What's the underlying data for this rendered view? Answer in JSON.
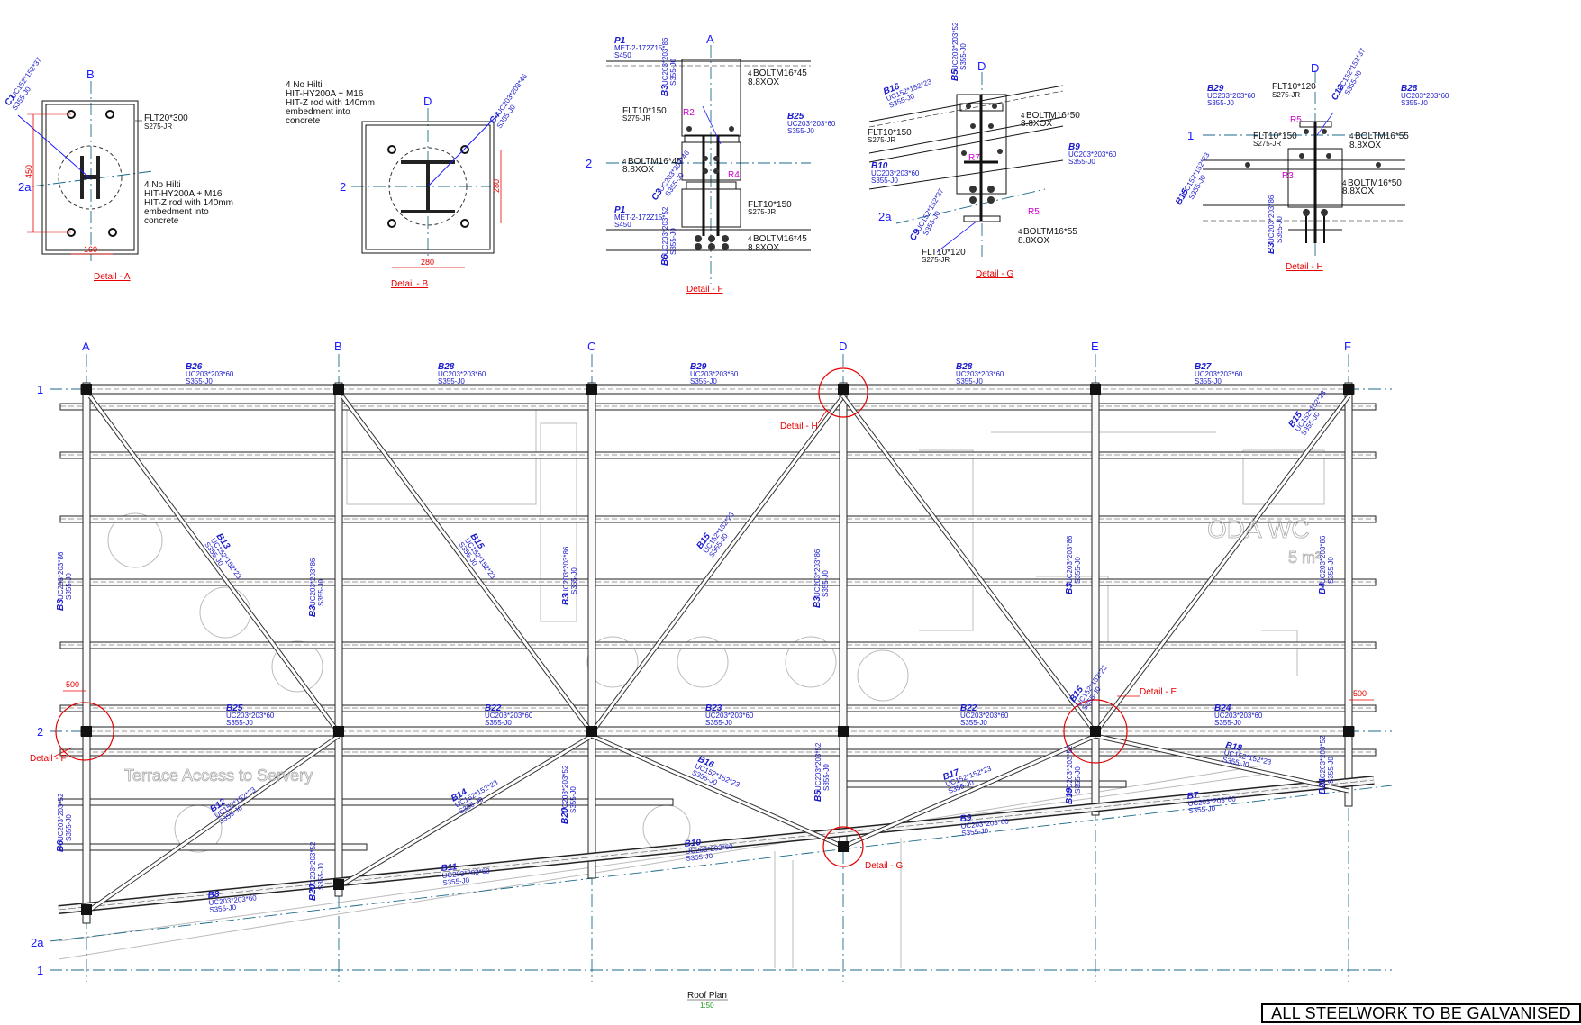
{
  "grid": {
    "columns": [
      "A",
      "B",
      "C",
      "D",
      "E",
      "F"
    ],
    "rows": [
      "1",
      "2",
      "2a",
      "1"
    ]
  },
  "details": {
    "a": {
      "title": "Detail - A",
      "grid_col": "B",
      "grid_row": "2a",
      "plate": "FLT20*300",
      "plate_grade": "S275-JR",
      "note": [
        "4 No Hilti",
        "HIT-HY200A + M16",
        "HIT-Z rod with 140mm",
        "embedment into",
        "concrete"
      ],
      "brace_id": "C1",
      "brace_size": "UC152*152*37",
      "brace_grade": "S355-J0",
      "dim_h": "450",
      "dim_w": "160"
    },
    "b": {
      "title": "Detail - B",
      "grid_col": "D",
      "grid_row": "2",
      "note": [
        "4 No Hilti",
        "HIT-HY200A + M16",
        "HIT-Z rod with 140mm",
        "embedment into",
        "concrete"
      ],
      "brace_id": "C4",
      "brace_size": "UC203*203*46",
      "brace_grade": "S355-J0",
      "dim_h": "280",
      "dim_w": "280"
    },
    "f": {
      "title": "Detail - F",
      "grid_col": "A",
      "grid_row": "2",
      "p1_top": {
        "id": "P1",
        "size": "MET-2-172Z15",
        "grade": "S450"
      },
      "p1_bot": {
        "id": "P1",
        "size": "MET-2-172Z15",
        "grade": "S450"
      },
      "b3": {
        "id": "B3",
        "size": "UC203*203*86",
        "grade": "S355-J0"
      },
      "b25": {
        "id": "B25",
        "size": "UC203*203*60",
        "grade": "S355-J0"
      },
      "c3": {
        "id": "C3",
        "size": "UC203*203*46",
        "grade": "S355-J0"
      },
      "b6": {
        "id": "B6",
        "size": "UC203*203*52",
        "grade": "S355-J0"
      },
      "flt_a": {
        "name": "FLT10*150",
        "grade": "S275-JR"
      },
      "flt_b": {
        "name": "FLT10*150",
        "grade": "S275-JR"
      },
      "bolt_a": {
        "qty": "4",
        "name": "BOLTM16*45",
        "grade": "8.8XOX"
      },
      "bolt_b": {
        "qty": "4",
        "name": "BOLTM16*45",
        "grade": "8.8XOX"
      },
      "bolt_c": {
        "qty": "4",
        "name": "BOLTM16*45",
        "grade": "8.8XOX"
      },
      "r2": "R2",
      "r4": "R4"
    },
    "g": {
      "title": "Detail - G",
      "grid_col": "D",
      "grid_row": "2a",
      "b5": {
        "id": "B5",
        "size": "UC203*203*52",
        "grade": "S355-J0"
      },
      "b16": {
        "id": "B16",
        "size": "UC152*152*23",
        "grade": "S355-J0"
      },
      "b10": {
        "id": "B10",
        "size": "UC203*203*60",
        "grade": "S355-J0"
      },
      "b9": {
        "id": "B9",
        "size": "UC203*203*60",
        "grade": "S355-J0"
      },
      "c9": {
        "id": "C9",
        "size": "UC152*152*37",
        "grade": "S355-J0"
      },
      "flt_a": {
        "name": "FLT10*150",
        "grade": "S275-JR"
      },
      "flt_b": {
        "name": "FLT10*120",
        "grade": "S275-JR"
      },
      "bolt_a": {
        "qty": "4",
        "name": "BOLTM16*50",
        "grade": "8.8XOX"
      },
      "bolt_b": {
        "qty": "4",
        "name": "BOLTM16*55",
        "grade": "8.8XOX"
      },
      "r5": "R5",
      "r7": "R7"
    },
    "h": {
      "title": "Detail - H",
      "grid_col": "D",
      "grid_row": "1",
      "b29": {
        "id": "B29",
        "size": "UC203*203*60",
        "grade": "S355-J0"
      },
      "b28": {
        "id": "B28",
        "size": "UC203*203*60",
        "grade": "S355-J0"
      },
      "c12": {
        "id": "C12",
        "size": "UC152*152*37",
        "grade": "S355-J0"
      },
      "b15": {
        "id": "B15",
        "size": "UC152*152*23",
        "grade": "S355-J0"
      },
      "b3": {
        "id": "B3",
        "size": "UC203*203*86",
        "grade": "S355-J0"
      },
      "flt_a": {
        "name": "FLT10*120",
        "grade": "S275-JR"
      },
      "flt_b": {
        "name": "FLT10*150",
        "grade": "S275-JR"
      },
      "bolt_a": {
        "qty": "4",
        "name": "BOLTM16*55",
        "grade": "8.8XOX"
      },
      "bolt_b": {
        "qty": "4",
        "name": "BOLTM16*50",
        "grade": "8.8XOX"
      },
      "r5": "R5",
      "r3": "R3"
    }
  },
  "plan": {
    "title": "Roof Plan",
    "scale": "1:50",
    "terrace_text": "Terrace Access to Servery",
    "room_text": "ODA WC",
    "room_area": "5 m²",
    "dim_left": "500",
    "dim_right": "500",
    "detail_labels": {
      "h": "Detail - H",
      "e": "Detail - E",
      "f": "Detail - F",
      "g": "Detail - G"
    },
    "members": [
      {
        "id": "B26",
        "size": "UC203*203*60",
        "grade": "S355-J0"
      },
      {
        "id": "B28",
        "size": "UC203*203*60",
        "grade": "S355-J0"
      },
      {
        "id": "B29",
        "size": "UC203*203*60",
        "grade": "S355-J0"
      },
      {
        "id": "B28",
        "size": "UC203*203*60",
        "grade": "S355-J0"
      },
      {
        "id": "B27",
        "size": "UC203*203*60",
        "grade": "S355-J0"
      },
      {
        "id": "B25",
        "size": "UC203*203*60",
        "grade": "S355-J0"
      },
      {
        "id": "B22",
        "size": "UC203*203*60",
        "grade": "S355-J0"
      },
      {
        "id": "B23",
        "size": "UC203*203*60",
        "grade": "S355-J0"
      },
      {
        "id": "B22",
        "size": "UC203*203*60",
        "grade": "S355-J0"
      },
      {
        "id": "B24",
        "size": "UC203*203*60",
        "grade": "S355-J0"
      },
      {
        "id": "B13",
        "size": "UC152*152*23",
        "grade": "S355-J0"
      },
      {
        "id": "B15",
        "size": "UC152*152*23",
        "grade": "S355-J0"
      },
      {
        "id": "B15",
        "size": "UC152*152*23",
        "grade": "S355-J0"
      },
      {
        "id": "B15",
        "size": "UC152*152*23",
        "grade": "S355-J0"
      },
      {
        "id": "B15",
        "size": "UC152*152*23",
        "grade": "S355-J0"
      },
      {
        "id": "B16",
        "size": "UC152*152*23",
        "grade": "S355-J0"
      },
      {
        "id": "B17",
        "size": "UC152*152*23",
        "grade": "S355-J0"
      },
      {
        "id": "B18",
        "size": "UC152*152*23",
        "grade": "S355-J0"
      },
      {
        "id": "B12",
        "size": "UC152*152*23",
        "grade": "S355-J0"
      },
      {
        "id": "B14",
        "size": "UC152*152*23",
        "grade": "S355-J0"
      },
      {
        "id": "B11",
        "size": "UC203*203*60",
        "grade": "S355-J0"
      },
      {
        "id": "B10",
        "size": "UC203*203*60",
        "grade": "S355-J0"
      },
      {
        "id": "B9",
        "size": "UC203*203*60",
        "grade": "S355-J0"
      },
      {
        "id": "B8",
        "size": "UC203*203*60",
        "grade": "S355-J0"
      },
      {
        "id": "B7",
        "size": "UC203*203*60",
        "grade": "S355-J0"
      },
      {
        "id": "B3",
        "size": "UC203*203*86",
        "grade": "S355-J0"
      },
      {
        "id": "B3",
        "size": "UC203*203*86",
        "grade": "S355-J0"
      },
      {
        "id": "B3",
        "size": "UC203*203*86",
        "grade": "S355-J0"
      },
      {
        "id": "B3",
        "size": "UC203*203*86",
        "grade": "S355-J0"
      },
      {
        "id": "B3",
        "size": "UC203*203*86",
        "grade": "S355-J0"
      },
      {
        "id": "B4",
        "size": "UC203*203*86",
        "grade": "S355-J0"
      },
      {
        "id": "B6",
        "size": "UC203*203*52",
        "grade": "S355-J0"
      },
      {
        "id": "B20",
        "size": "UC203*203*52",
        "grade": "S355-J0"
      },
      {
        "id": "B20",
        "size": "UC203*203*52",
        "grade": "S355-J0"
      },
      {
        "id": "B5",
        "size": "UC203*203*52",
        "grade": "S355-J0"
      },
      {
        "id": "B19",
        "size": "UC203*203*52",
        "grade": "S355-J0"
      },
      {
        "id": "B21",
        "size": "UC203*203*52",
        "grade": "S355-J0"
      }
    ]
  },
  "banner": "ALL STEELWORK TO BE GALVANISED"
}
